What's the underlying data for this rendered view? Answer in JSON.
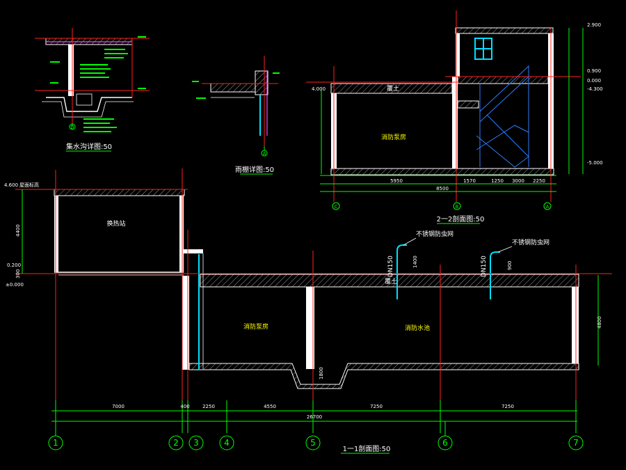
{
  "drawings": {
    "detail_trench": {
      "title": "集水沟详图:50",
      "axis_tag": "D"
    },
    "detail_canopy": {
      "title": "雨棚详图:50",
      "axis_tag": "A"
    },
    "section_22": {
      "title": "2一2剖面图:50",
      "room_label": "消防泵房",
      "roof_label": "覆土",
      "dims_bottom": [
        "5950",
        "1570",
        "1250",
        "3000",
        "2250"
      ],
      "total": "8500",
      "axes": [
        "C",
        "B",
        "A"
      ],
      "levels_left": [
        "4.000"
      ],
      "levels_right": [
        "2.900",
        "0.900",
        "0.000",
        "-4.300",
        "-5.000"
      ]
    },
    "section_11": {
      "title": "1一1剖面图:50",
      "rooms": [
        "换热站",
        "消防泵房",
        "消防水池"
      ],
      "roof_label": "覆土",
      "pipes": [
        "DN150",
        "DN150"
      ],
      "pipe_notes": [
        "不锈钢防虫网",
        "不锈钢防虫网"
      ],
      "pipe_heights": [
        "1400",
        "900"
      ],
      "level_left_top": "4.600",
      "level_left_top_note": "屋面标高",
      "level_left_mid": "0.200",
      "level_left_low": "±0.000",
      "dim_height": "4400",
      "dim_small": "300",
      "dim_wall": "4800",
      "dim_pit": "1800",
      "dims_bottom": [
        "7000",
        "400",
        "2250",
        "4550",
        "7250",
        "7250"
      ],
      "total": "26700",
      "axes": [
        "1",
        "2",
        "3",
        "4",
        "5",
        "6",
        "7"
      ]
    }
  }
}
